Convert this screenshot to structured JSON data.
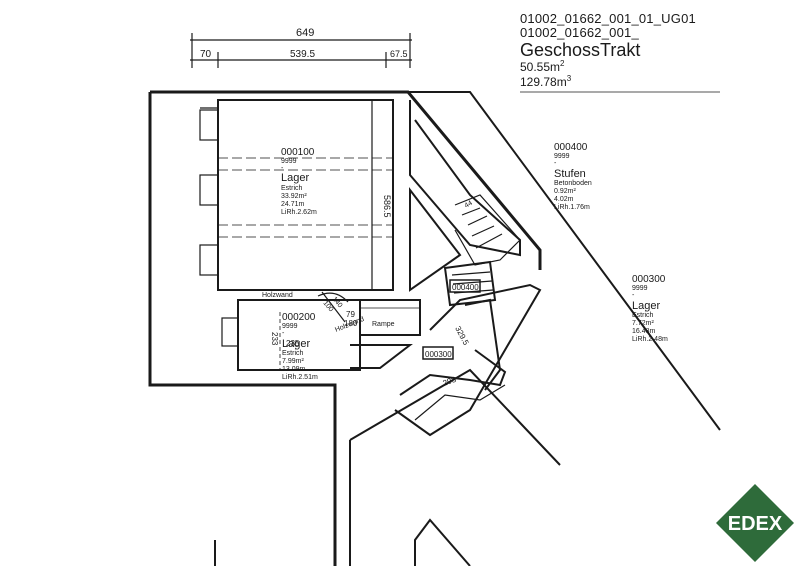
{
  "header": {
    "plan_id": "01002_01662_001_01_UG01",
    "plan_id_2": "01002_01662_001_",
    "title": "GeschossTrakt",
    "area": "50.55m",
    "area_unit_sup": "2",
    "volume": "129.78m",
    "volume_unit_sup": "3"
  },
  "dimensions": {
    "total": "649",
    "left": "70",
    "middle": "539.5",
    "right": "67.5",
    "room1_height": "586.5",
    "room2_height": "233",
    "passage_79": "79",
    "passage_180": "180",
    "stair_width": "329.5",
    "lower_293": "293",
    "stair_top": "44",
    "small_235": "235",
    "door_100": "100",
    "door_140": "140"
  },
  "rooms": {
    "r100": {
      "id": "000100",
      "sub": "9999",
      "dash": "-",
      "name": "Lager",
      "floor": "Estrich",
      "area": "33.92m²",
      "volume": "24.71m",
      "height": "LiRh.2.62m"
    },
    "r200": {
      "id": "000200",
      "sub": "9999",
      "dash": "-",
      "name": "Lager",
      "floor": "Estrich",
      "area": "7.99m²",
      "volume": "13.09m",
      "height": "LiRh.2.51m"
    },
    "r300": {
      "id": "000300",
      "sub": "9999",
      "dash": "-",
      "name": "Lager",
      "floor": "Estrich",
      "area": "7.72m²",
      "volume": "16.48m",
      "height": "LiRh.2.48m"
    },
    "r400": {
      "id": "000400",
      "sub": "9999",
      "dash": "-",
      "name": "Stufen",
      "floor": "Betonboden",
      "area": "0.92m²",
      "volume": "4.02m",
      "height": "LiRh.1.76m"
    }
  },
  "tags": {
    "tag_300": "000300",
    "tag_400": "000400"
  },
  "annotations": {
    "holzwand_top": "Holzwand",
    "holzwand_diag": "Holzwand",
    "rampe": "Rampe"
  },
  "logo": {
    "text": "EDEX",
    "color": "#2e6b3a"
  }
}
